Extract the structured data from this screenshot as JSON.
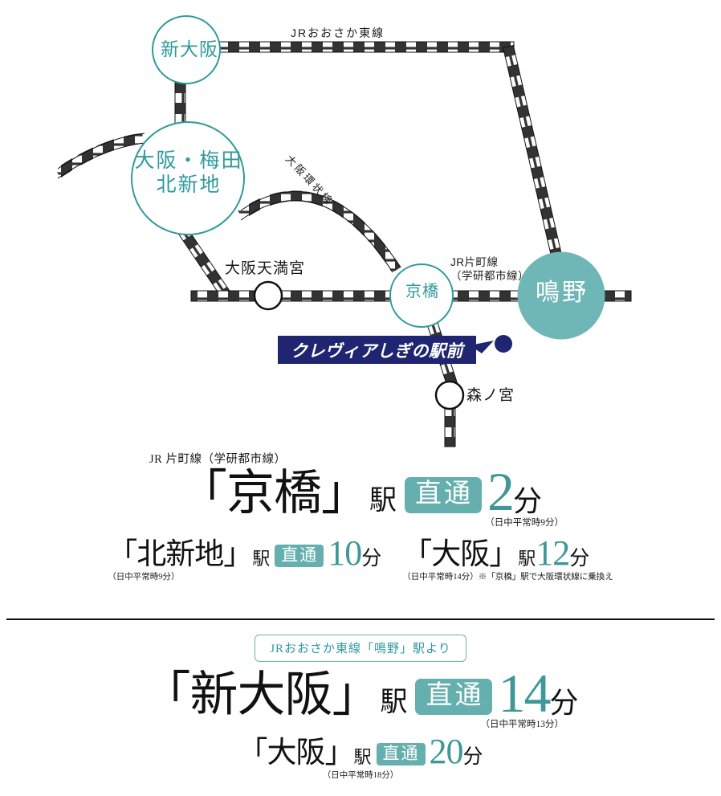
{
  "map": {
    "stations": [
      {
        "id": "shin-osaka",
        "name": "新大阪",
        "style": "outline"
      },
      {
        "id": "osaka-umeda",
        "name_line1": "大阪・梅田",
        "name_line2": "北新地",
        "style": "outline"
      },
      {
        "id": "kyobashi",
        "name": "京橋",
        "style": "outline"
      },
      {
        "id": "naruno",
        "name": "鳴野",
        "style": "filled"
      },
      {
        "id": "osaka-tenmangu",
        "name": "大阪天満宮",
        "style": "dot"
      },
      {
        "id": "morinomiya",
        "name": "森ノ宮",
        "style": "dot"
      }
    ],
    "lines": [
      {
        "id": "jr-osaka-higashi",
        "name": "JRおおさか東線"
      },
      {
        "id": "jr-katamachi",
        "name_line1": "JR片町線",
        "name_line2": "（学研都市線）"
      },
      {
        "id": "osaka-kanjo",
        "name": "大阪環状線"
      }
    ],
    "property_banner": {
      "label": "クレヴィアしぎの駅前"
    }
  },
  "access_kyobashi": {
    "line_header": "JR 片町線（学研都市線）",
    "station": "「京橋」",
    "eki": "駅",
    "badge": "直通",
    "minutes": "2",
    "unit": "分",
    "note": "（日中平常時9分）",
    "sub": [
      {
        "station": "「北新地」",
        "eki": "駅",
        "badge": "直通",
        "minutes": "10",
        "unit": "分",
        "note": "（日中平常時9分）"
      },
      {
        "station": "「大阪」",
        "eki": "駅",
        "badge": "",
        "minutes": "12",
        "unit": "分",
        "note": "（日中平常時14分）※「京橋」駅で大阪環状線に乗換え"
      }
    ]
  },
  "access_naruno": {
    "pill": "JRおおさか東線「鳴野」駅より",
    "station": "「新大阪」",
    "eki": "駅",
    "badge": "直通",
    "minutes": "14",
    "unit": "分",
    "note": "（日中平常時13分）",
    "sub": [
      {
        "station": "「大阪」",
        "eki": "駅",
        "badge": "直通",
        "minutes": "20",
        "unit": "分",
        "note": "（日中平常時18分）"
      }
    ]
  },
  "colors": {
    "teal_fill": "#6fb6b6",
    "teal_line": "#2f9a9d",
    "teal_number": "#3f9797",
    "navy": "#1f2570",
    "track_dark": "#333333"
  }
}
